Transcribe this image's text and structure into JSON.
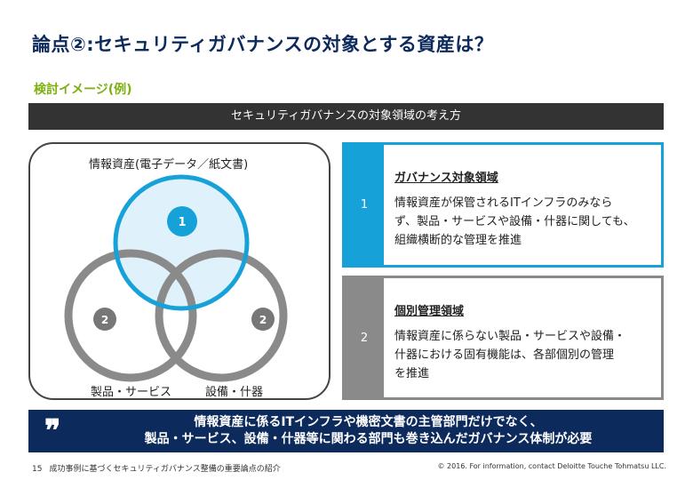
{
  "slide": {
    "title": "論点②:セキュリティガバナンスの対象とする資産は？",
    "subtitle": "検討イメージ(例)",
    "header_bar": "セキュリティガバナンスの対象領域の考え方"
  },
  "venn": {
    "top_label": "情報資産(電子データ／紙文書)",
    "bottom_left_label": "製品・サービス",
    "bottom_right_label": "設備・什器",
    "marker_center": "1",
    "marker_left": "2",
    "marker_right": "2",
    "colors": {
      "highlight": "#16a2d8",
      "highlight_fill": "#dff1fa",
      "gray": "#8a8a8a"
    }
  },
  "panels": [
    {
      "number": "1",
      "heading": "ガバナンス対象領域",
      "lines": [
        "情報資産が保管されるITインフラのみなら",
        "ず、製品・サービスや設備・什器に関しても、",
        "組織横断的な管理を推進"
      ]
    },
    {
      "number": "2",
      "heading": "個別管理領域",
      "lines": [
        "情報資産に係らない製品・サービスや設備・",
        "什器における固有機能は、各部個別の管理",
        "を推進"
      ]
    }
  ],
  "conclusion": {
    "quote": "❞",
    "lines": [
      "情報資産に係るITインフラや機密文書の主管部門だけでなく、",
      "製品・サービス、設備・什器等に関わる部門も巻き込んだガバナンス体制が必要"
    ]
  },
  "footer": {
    "page_number": "15",
    "text": "成功事例に基づくセキュリティガバナンス整備の重要論点の紹介",
    "copyright": "© 2016. For information, contact Deloitte Touche Tohmatsu LLC."
  },
  "colors": {
    "title": "#0d2a5c",
    "subtitle": "#7cb00f",
    "header_bar": "#333333",
    "conclusion": "#0d2a5c"
  }
}
